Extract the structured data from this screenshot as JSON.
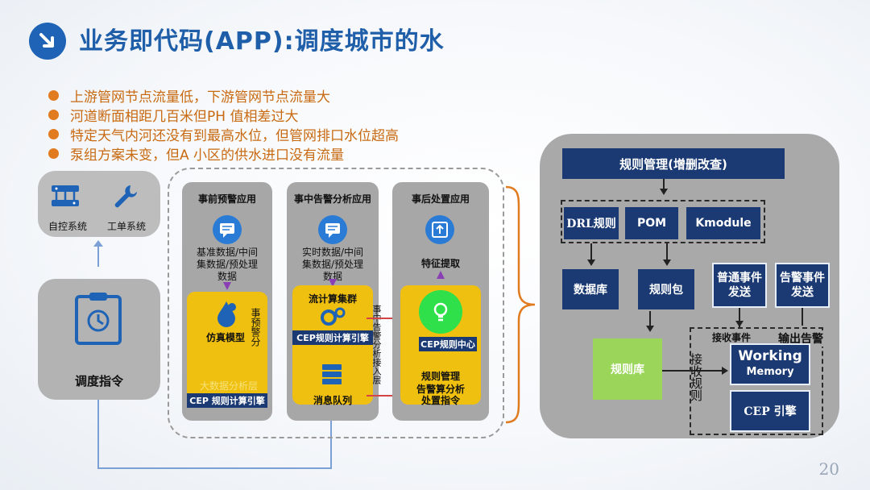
{
  "title": "业务即代码(APP):调度城市的水",
  "page_number": "20",
  "bullets": [
    "上游管网节点流量低，下游管网节点流量大",
    "河道断面相距几百米但PH 值相差过大",
    "特定天气内河还没有到最高水位，但管网排口水位超高",
    "泵组方案未变，但A 小区的供水进口没有流量"
  ],
  "left": {
    "system1": "自控系统",
    "system2": "工单系统",
    "dispatch": "调度指令"
  },
  "columns": {
    "pre": {
      "header": "事前预警应用",
      "data_text": [
        "基准数据/中间",
        "集数据/预处理",
        "数据"
      ],
      "sim_model": "仿真模型",
      "side_vertical": "事预警分",
      "bigdata": "大数据分析层",
      "cep_engine": "CEP 规则计算引擎"
    },
    "mid": {
      "header": "事中告警分析应用",
      "data_text": [
        "实时数据/中间",
        "集数据/预处理",
        "数据"
      ],
      "stream": "流计算集群",
      "cep_engine": "CEP规则计算引擎",
      "queue": "消息队列",
      "vertical_note": "事中告警分析接入层"
    },
    "post": {
      "header": "事后处置应用",
      "feature": "特征提取",
      "cep_center": "CEP规则中心",
      "rule_mgmt": "规则管理",
      "alarm_disposal": [
        "告警算分析",
        "处置指令"
      ]
    }
  },
  "right": {
    "rule_admin": "规则管理(增删改查)",
    "drl": "DRL规则",
    "pom": "POM",
    "kmodule": "Kmodule",
    "database": "数据库",
    "rule_package": "规则包",
    "normal_event": [
      "普通事件",
      "发送"
    ],
    "alarm_event": [
      "告警事件",
      "发送"
    ],
    "rule_library": "规则库",
    "receive_rules": "接收规则",
    "receive_event": "接收事件",
    "output_alarm": "输出告警",
    "working_memory": [
      "Working",
      "Memory"
    ],
    "cep_engine": "CEP 引擎"
  },
  "colors": {
    "title": "#1f5ea8",
    "bullet": "#e07b20",
    "navy": "#1b3a73",
    "yellow": "#f0c010",
    "green": "#9bd65a",
    "orange_brace": "#e07b20"
  }
}
